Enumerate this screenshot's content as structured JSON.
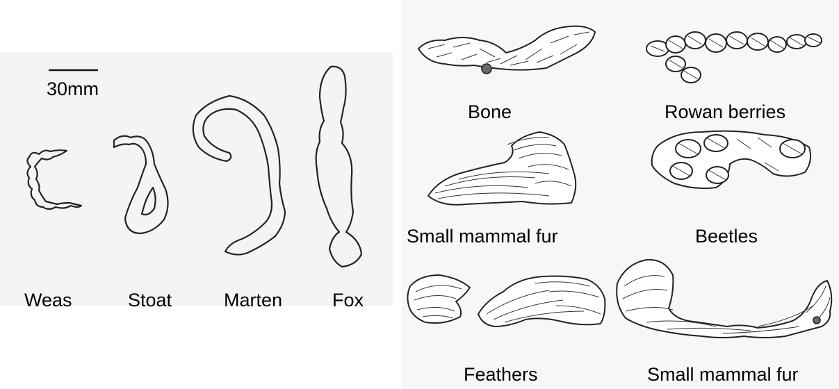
{
  "scale_bar": {
    "label": "30mm"
  },
  "species": [
    {
      "label": "Weas"
    },
    {
      "label": "Stoat"
    },
    {
      "label": "Marten"
    },
    {
      "label": "Fox"
    }
  ],
  "contents": [
    {
      "label": "Bone"
    },
    {
      "label": "Rowan berries"
    },
    {
      "label": "Small mammal fur"
    },
    {
      "label": "Beetles"
    },
    {
      "label": "Feathers"
    },
    {
      "label": "Small mammal fur"
    }
  ]
}
